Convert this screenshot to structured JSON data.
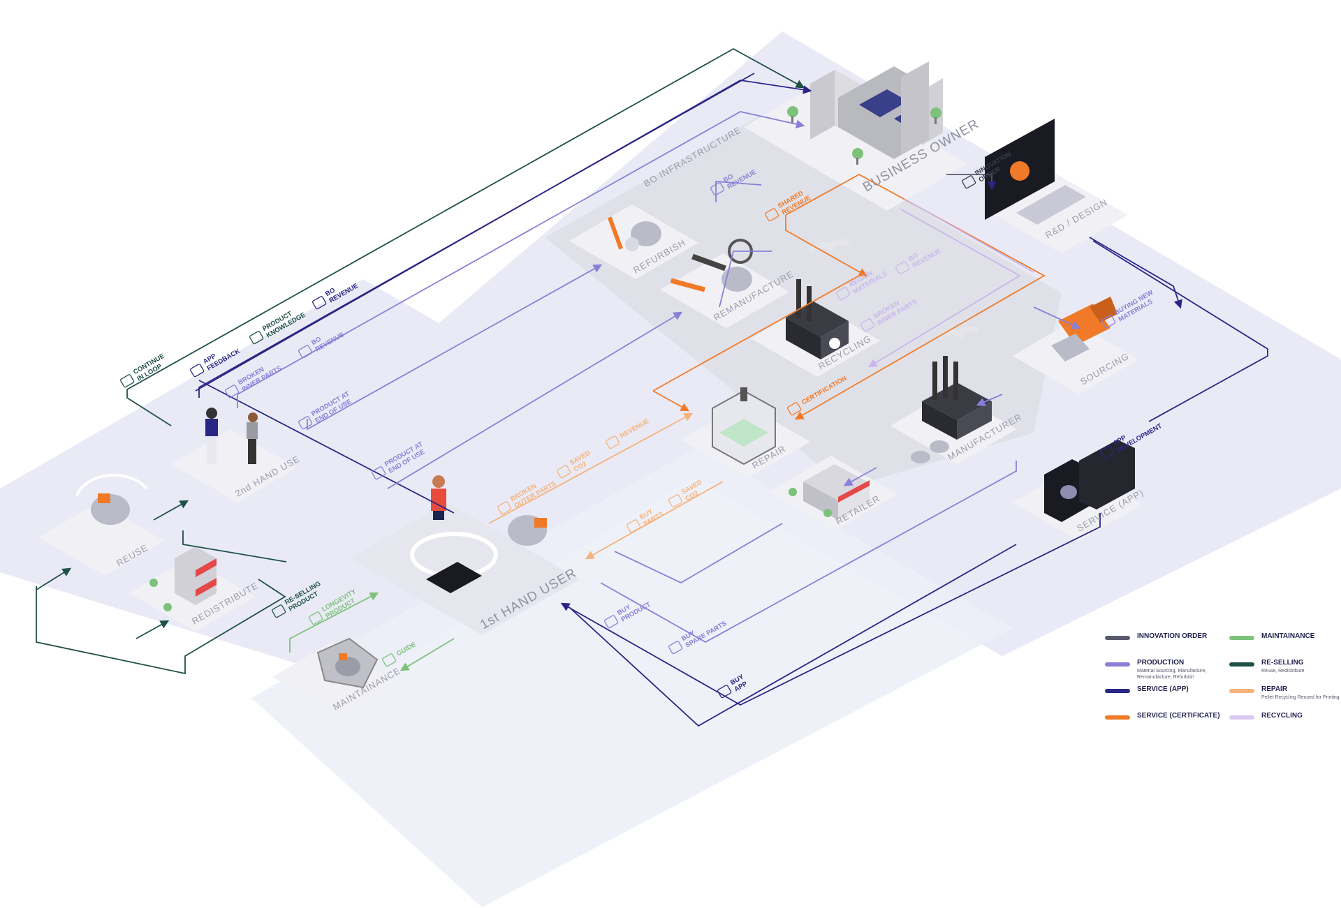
{
  "nodes": {
    "business_owner": "BUSINESS OWNER",
    "bo_infrastructure": "BO INFRASTRUCTURE",
    "rd_design": "R&D / DESIGN",
    "refurbish": "REFURBISH",
    "remanufacture": "REMANUFACTURE",
    "recycling": "RECYCLING",
    "sourcing": "SOURCING",
    "manufacturer": "MANUFACTURER",
    "repair": "REPAIR",
    "retailer": "RETAILER",
    "service_app": "SERVICE (APP)",
    "first_hand_user": "1st HAND USER",
    "second_hand_use": "2nd HAND USE",
    "reuse": "REUSE",
    "redistribute": "REDISTRIBUTE",
    "maintainance": "MAINTAINANCE"
  },
  "flows": {
    "continue_in_loop": [
      "CONTINUE",
      "IN LOOP"
    ],
    "app_feedback": [
      "APP",
      "FEEDBACK"
    ],
    "product_knowledge": [
      "PRODUCT",
      "KNOWLEDGE"
    ],
    "bo_revenue_top": [
      "BO",
      "REVENUE"
    ],
    "broken_inner_parts_left": [
      "BROKEN",
      "INNER PARTS"
    ],
    "bo_revenue_left": [
      "BO",
      "REVENUE"
    ],
    "product_end_of_use_1": [
      "PRODUCT AT",
      "END OF USE"
    ],
    "product_end_of_use_2": [
      "PRODUCT AT",
      "END OF USE"
    ],
    "bo_revenue_refurbish": [
      "BO",
      "REVENUE"
    ],
    "shared_revenue": [
      "SHARED",
      "REVENUE"
    ],
    "regain_materials": [
      "REGAIN",
      "MATERIALS"
    ],
    "bo_revenue_recycling": [
      "BO",
      "REVENUE"
    ],
    "broken_inner_parts_right": [
      "BROKEN",
      "INNER PARTS"
    ],
    "innovation_order": [
      "INNOVATION",
      "ORDER"
    ],
    "buying_new_materials": [
      "BUYING NEW",
      "MATERIALS"
    ],
    "certification": [
      "CERTIFICATION"
    ],
    "broken_outer_parts": [
      "BROKEN",
      "OUTER PARTS"
    ],
    "saved_co2_a": [
      "SAVED",
      "CO2"
    ],
    "revenue": [
      "REVENUE"
    ],
    "buy_parts": [
      "BUY",
      "PARTS"
    ],
    "saved_co2_b": [
      "SAVED",
      "CO2"
    ],
    "app_development": [
      "APP",
      "DEVELOPMENT"
    ],
    "re_selling_product": [
      "RE-SELLING",
      "PRODUCT"
    ],
    "longevity_product": [
      "LONGEVITY",
      "PRODUCT"
    ],
    "guide": [
      "GUIDE"
    ],
    "buy_product": [
      "BUY",
      "PRODUCT"
    ],
    "buy_spare_parts": [
      "BUY",
      "SPARE PARTS"
    ],
    "buy_app": [
      "BUY",
      "APP"
    ]
  },
  "legend": [
    {
      "title": "INNOVATION ORDER",
      "sub": "",
      "color": "#5b5b6e"
    },
    {
      "title": "MAINTAINANCE",
      "sub": "",
      "color": "#7dc27a"
    },
    {
      "title": "PRODUCTION",
      "sub": "Material Sourcing, Manufacture, Remanufacture, Refurbish",
      "color": "#8a7fd8"
    },
    {
      "title": "RE-SELLING",
      "sub": "Reuse, Redistribute",
      "color": "#1f5047"
    },
    {
      "title": "SERVICE (APP)",
      "sub": "",
      "color": "#2a2685"
    },
    {
      "title": "REPAIR",
      "sub": "Pellet Recycling Reused for Printing",
      "color": "#f5b27a"
    },
    {
      "title": "SERVICE (CERTIFICATE)",
      "sub": "",
      "color": "#f07a28"
    },
    {
      "title": "RECYCLING",
      "sub": "",
      "color": "#d9c8f0"
    }
  ],
  "colors": {
    "innovation": "#5b5b6e",
    "maintainance": "#7dc27a",
    "production": "#8a7fd8",
    "reselling": "#1f5047",
    "service_app": "#2a2685",
    "repair": "#f5b27a",
    "certificate": "#f07a28",
    "recycling": "#d9c8f0",
    "platform": "#e9eaf6",
    "tile": "#f2f2f6"
  }
}
